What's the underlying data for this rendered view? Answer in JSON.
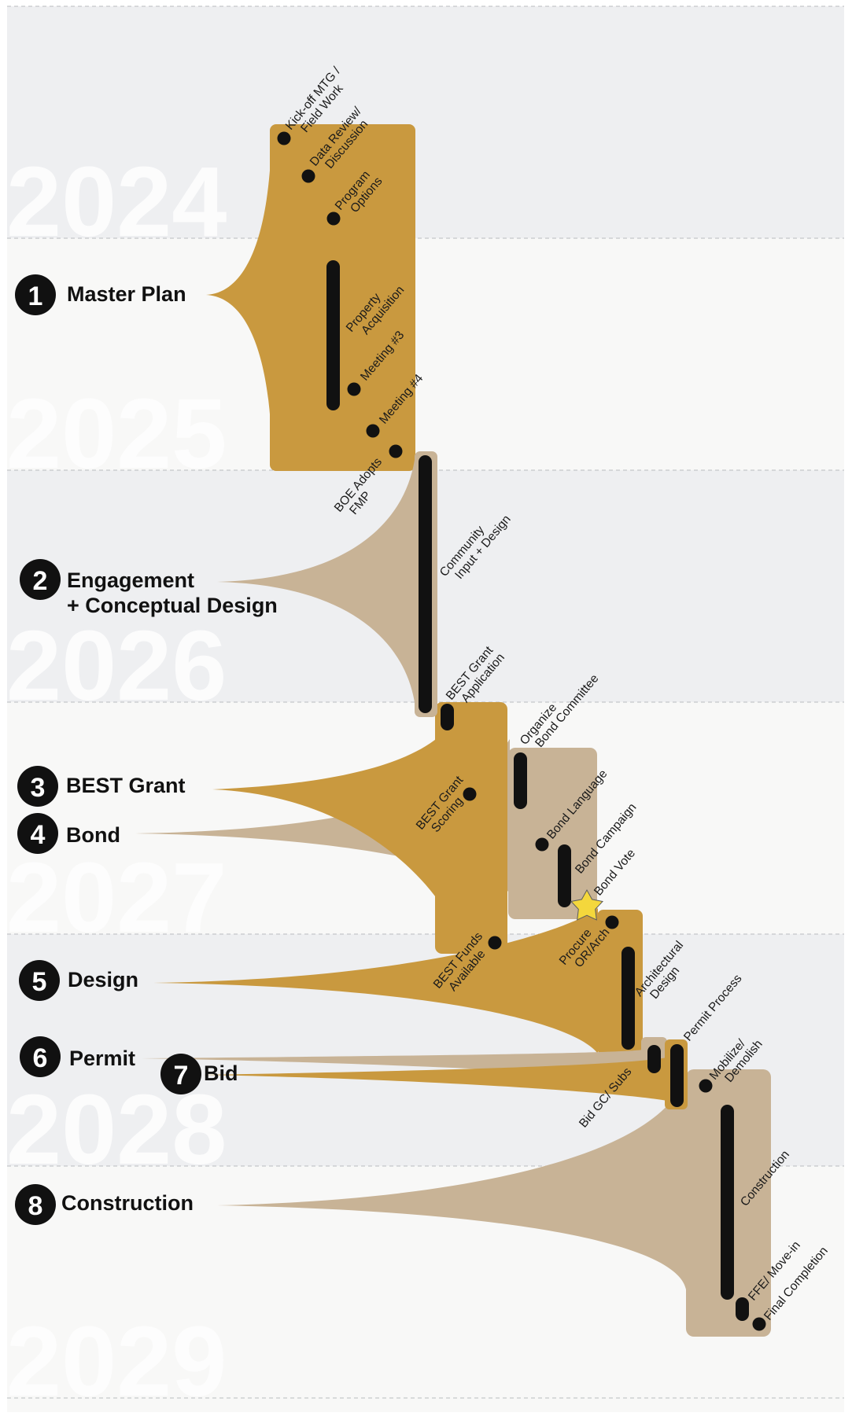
{
  "years": [
    "2024",
    "2025",
    "2026",
    "2027",
    "2028",
    "2029"
  ],
  "phases": [
    {
      "num": "1",
      "label": "Master Plan"
    },
    {
      "num": "2",
      "label": "Engagement",
      "label2": "+  Conceptual Design"
    },
    {
      "num": "3",
      "label": "BEST Grant"
    },
    {
      "num": "4",
      "label": "Bond"
    },
    {
      "num": "5",
      "label": "Design"
    },
    {
      "num": "6",
      "label": "Permit"
    },
    {
      "num": "7",
      "label": "Bid"
    },
    {
      "num": "8",
      "label": "Construction"
    }
  ],
  "milestones": [
    [
      "Kick-off MTG /",
      "Field Work"
    ],
    [
      "Data Review/",
      "Discussion"
    ],
    [
      "Program",
      "Options"
    ],
    [
      "Property",
      "Acquisition"
    ],
    [
      "Meeting #3"
    ],
    [
      "Meeting #4"
    ],
    [
      "BOE Adopts",
      "FMP"
    ],
    [
      "Community",
      "Input + Design"
    ],
    [
      "BEST Grant",
      "Application"
    ],
    [
      "Organize",
      "Bond Committee"
    ],
    [
      "BEST Grant",
      "Scoring"
    ],
    [
      "Bond Language"
    ],
    [
      "Bond Campaign"
    ],
    [
      "Bond Vote"
    ],
    [
      "Procure",
      "OR/Arch"
    ],
    [
      "BEST Funds",
      "Available"
    ],
    [
      "Architectural",
      "Design"
    ],
    [
      "Permit Process"
    ],
    [
      "Bid GC/ Subs"
    ],
    [
      "Mobilize/",
      "Demolish"
    ],
    [
      "Construction"
    ],
    [
      "FFE/ Move-in"
    ],
    [
      "Final Completion"
    ]
  ],
  "colors": {
    "gold": "#C9993F",
    "tan": "#C8B396",
    "band": "#EEEFF1",
    "dark": "#111111",
    "star": "#F4D73C"
  }
}
